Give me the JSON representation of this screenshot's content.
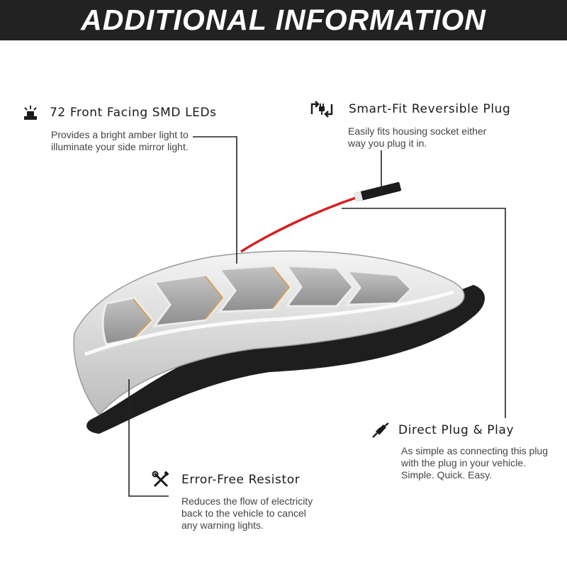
{
  "header": {
    "title": "ADDITIONAL INFORMATION"
  },
  "features": [
    {
      "icon": "led-light-icon",
      "title": "72 Front Facing SMD LEDs",
      "desc": [
        "Provides a bright amber light to",
        "illuminate your side mirror light."
      ]
    },
    {
      "icon": "reversible-plug-icon",
      "title": "Smart-Fit Reversible Plug",
      "desc": [
        "Easily fits housing socket either",
        "way you plug it in."
      ]
    },
    {
      "icon": "plug-play-icon",
      "title": "Direct Plug & Play",
      "desc": [
        "As simple as connecting this plug",
        "with the plug in your vehicle.",
        "Simple. Quick. Easy."
      ]
    },
    {
      "icon": "tools-icon",
      "title": "Error-Free Resistor",
      "desc": [
        "Reduces the flow of electricity",
        "back to the vehicle to cancel",
        "any warning lights."
      ]
    }
  ],
  "colors": {
    "banner_bg": "#222222",
    "wire_red": "#d42020",
    "leader_line": "#222222"
  }
}
